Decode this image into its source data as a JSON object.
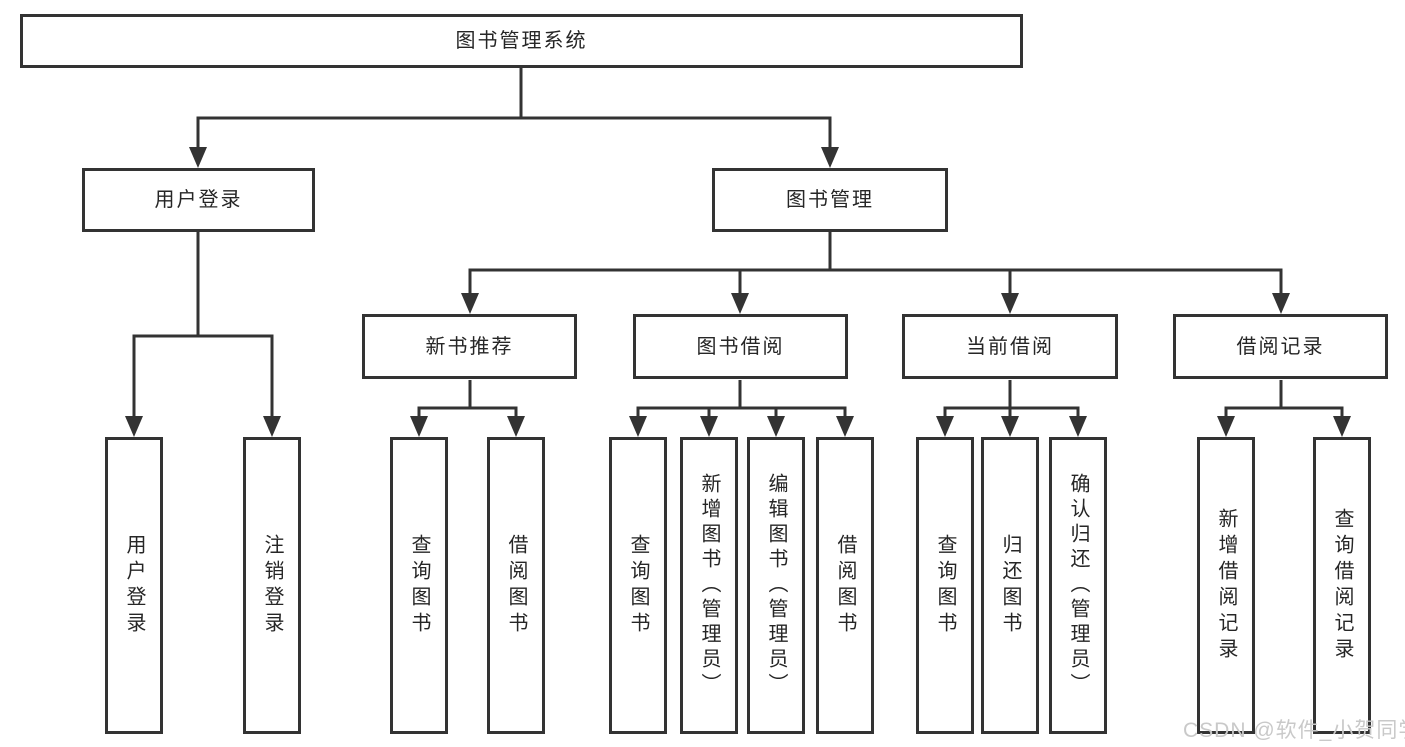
{
  "colors": {
    "line": "#333333",
    "box_fill": "#ffffff",
    "text": "#262626",
    "watermark": "#c9c9c9",
    "background": "#ffffff"
  },
  "watermark": "CSDN @软件_小贺同学",
  "tree": {
    "label": "图书管理系统",
    "children": [
      {
        "label": "用户登录",
        "children": [
          {
            "label": "用户登录"
          },
          {
            "label": "注销登录"
          }
        ]
      },
      {
        "label": "图书管理",
        "children": [
          {
            "label": "新书推荐",
            "children": [
              {
                "label": "查询图书"
              },
              {
                "label": "借阅图书"
              }
            ]
          },
          {
            "label": "图书借阅",
            "children": [
              {
                "label": "查询图书"
              },
              {
                "label": "新增图书（管理员）"
              },
              {
                "label": "编辑图书（管理员）"
              },
              {
                "label": "借阅图书"
              }
            ]
          },
          {
            "label": "当前借阅",
            "children": [
              {
                "label": "查询图书"
              },
              {
                "label": "归还图书"
              },
              {
                "label": "确认归还（管理员）"
              }
            ]
          },
          {
            "label": "借阅记录",
            "children": [
              {
                "label": "新增借阅记录"
              },
              {
                "label": "查询借阅记录"
              }
            ]
          }
        ]
      }
    ]
  }
}
